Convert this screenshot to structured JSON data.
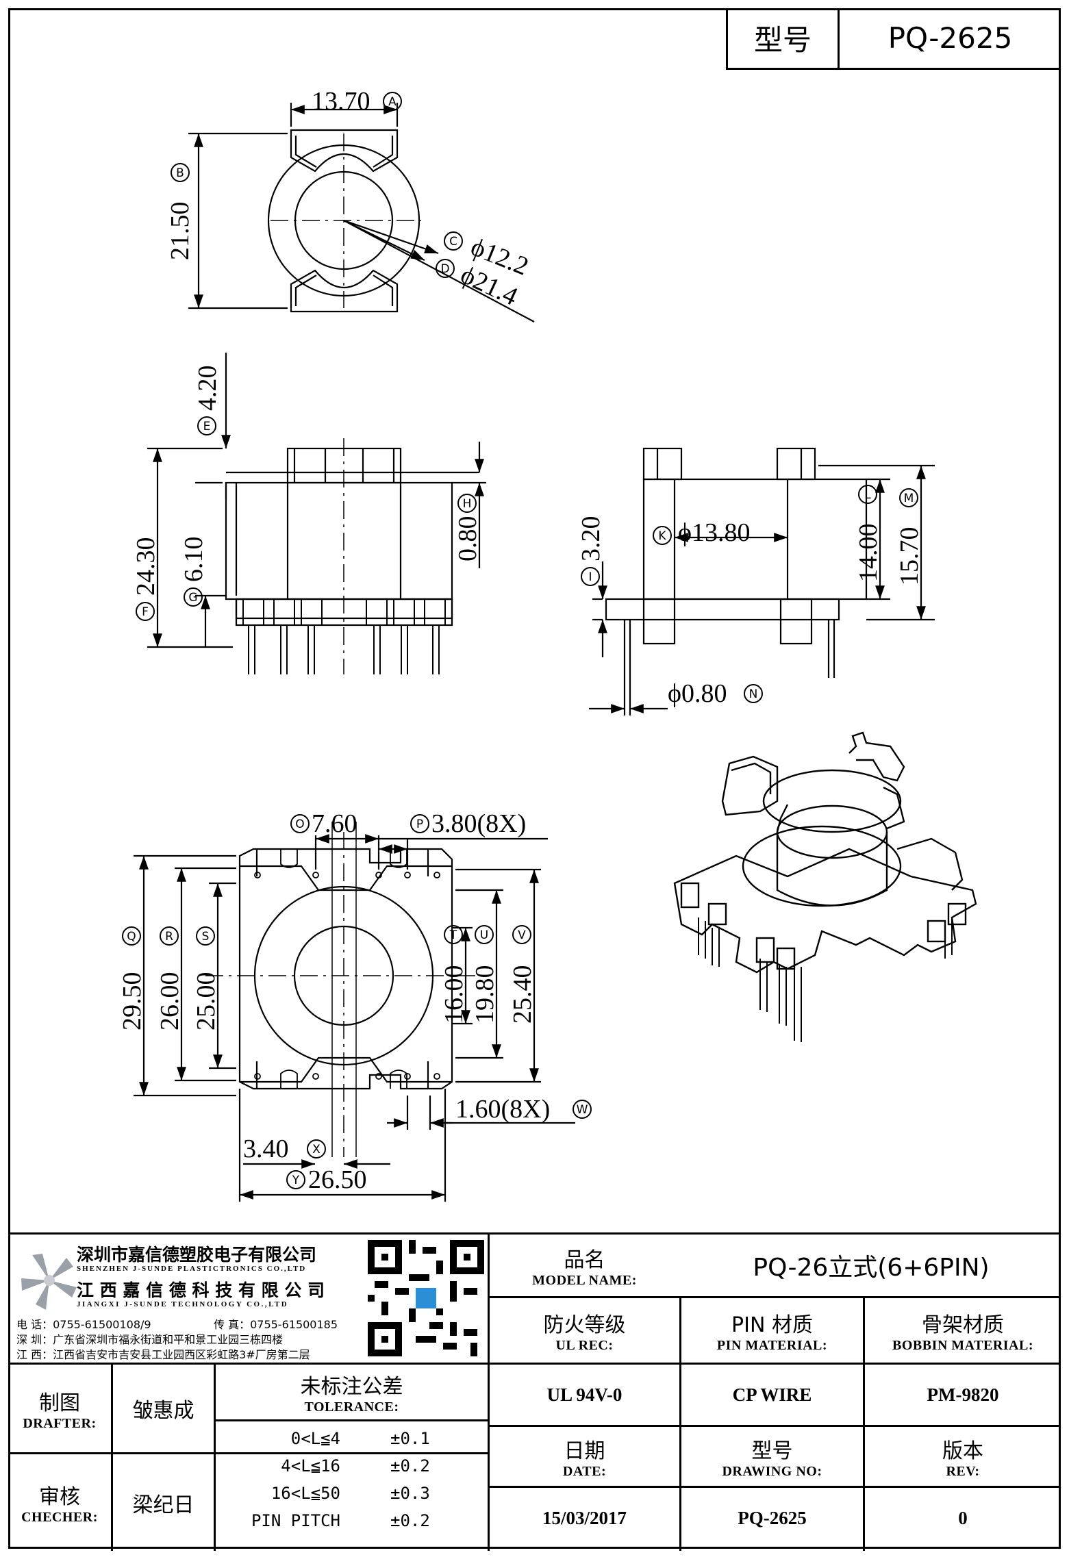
{
  "header": {
    "model_label": "型号",
    "model_value": "PQ-2625"
  },
  "dimensions": {
    "A": "13.70",
    "B": "21.50",
    "C": "ϕ12.2",
    "D": "ϕ21.4",
    "E": "4.20",
    "F": "24.30",
    "G": "6.10",
    "H": "0.80",
    "I": "3.20",
    "K": "ϕ13.80",
    "L": "14.00",
    "M": "15.70",
    "N": "ϕ0.80",
    "O": "7.60",
    "P": "3.80(8X)",
    "Q": "29.50",
    "R": "26.00",
    "S": "25.00",
    "T": "16.00",
    "U": "19.80",
    "V": "25.40",
    "W": "1.60(8X)",
    "X": "3.40",
    "Y": "26.50"
  },
  "dim_tags": {
    "A": "A",
    "B": "B",
    "C": "C",
    "D": "D",
    "E": "E",
    "F": "F",
    "G": "G",
    "H": "H",
    "I": "I",
    "K": "K",
    "L": "L",
    "M": "M",
    "N": "N",
    "O": "O",
    "P": "P",
    "Q": "Q",
    "R": "R",
    "S": "S",
    "T": "T",
    "U": "U",
    "V": "V",
    "W": "W",
    "X": "X",
    "Y": "Y"
  },
  "company": {
    "name_cn_1": "深圳市嘉信德塑胶电子有限公司",
    "name_en_1": "SHENZHEN J-SUNDE PLASTICTRONICS CO.,LTD",
    "name_cn_2": "江 西 嘉 信 德 科 技 有 限 公 司",
    "name_en_2": "JIANGXI J-SUNDE TECHNOLOGY CO.,LTD",
    "phone": "电 话：0755-61500108/9",
    "fax": "传 真：0755-61500185",
    "addr_sz": "深 圳：广东省深圳市福永街道和平和景工业园三栋四楼",
    "addr_jx": "江 西：江西省吉安市吉安县工业园西区彩虹路3#厂房第二层"
  },
  "title_block": {
    "model_name_cn": "品名",
    "model_name_en": "MODEL NAME:",
    "model_name_value": "PQ-26立式(6+6PIN)",
    "ul_cn": "防火等级",
    "ul_en": "UL REC:",
    "ul_value": "UL 94V-0",
    "pin_cn": "PIN 材质",
    "pin_en": "PIN MATERIAL:",
    "pin_value": "CP WIRE",
    "bobbin_cn": "骨架材质",
    "bobbin_en": "BOBBIN MATERIAL:",
    "bobbin_value": "PM-9820",
    "drafter_cn": "制图",
    "drafter_en": "DRAFTER:",
    "drafter_value": "皱惠成",
    "checker_cn": "审核",
    "checker_en": "CHECHER:",
    "checker_value": "梁纪日",
    "tol_cn": "未标注公差",
    "tol_en": "TOLERANCE:",
    "tolerances": [
      {
        "range": "0<L≦4",
        "tol": "±0.1"
      },
      {
        "range": "4<L≦16",
        "tol": "±0.2"
      },
      {
        "range": "16<L≦50",
        "tol": "±0.3"
      },
      {
        "range": "PIN PITCH",
        "tol": "±0.2"
      }
    ],
    "date_cn": "日期",
    "date_en": "DATE:",
    "date_value": "15/03/2017",
    "drawing_cn": "型号",
    "drawing_en": "DRAWING NO:",
    "drawing_value": "PQ-2625",
    "rev_cn": "版本",
    "rev_en": "REV:",
    "rev_value": "0"
  }
}
